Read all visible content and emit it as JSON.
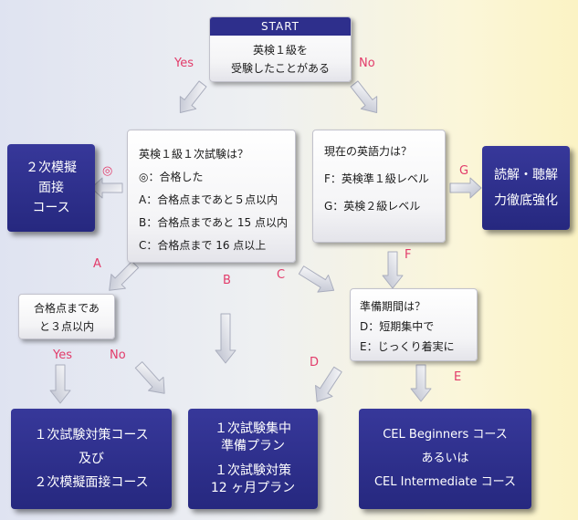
{
  "colors": {
    "accent_label": "#e23b6a",
    "dark_box": "#2b2c88",
    "arrow": "#c9ccd8"
  },
  "start": {
    "title": "START",
    "lines": [
      "英検１級を",
      "受験したことがある"
    ]
  },
  "labels": {
    "yes_top": "Yes",
    "no_top": "No",
    "double_circle": "◎",
    "g": "G",
    "f": "F",
    "a": "A",
    "b": "B",
    "c": "C",
    "d": "D",
    "e": "E",
    "yes_left": "Yes",
    "no_left": "No"
  },
  "q_exam": {
    "lines": [
      "英検１級１次試験は？",
      "◎：合格した",
      "A：合格点まであと５点以内",
      "B：合格点まであと 15 点以内",
      "C：合格点まで 16 点以上"
    ]
  },
  "q_level": {
    "lines": [
      "現在の英語力は？",
      "F：英検準１級レベル",
      "G：英検２級レベル"
    ]
  },
  "q_within3": {
    "lines": [
      "合格点まであ",
      "と３点以内"
    ]
  },
  "q_period": {
    "lines": [
      "準備期間は？",
      "D：短期集中で",
      "E：じっくり着実に"
    ]
  },
  "course_interview": {
    "lines": [
      "２次模擬",
      "面接",
      "コース"
    ]
  },
  "course_reading": {
    "lines": [
      "読解・聴解",
      "力徹底強化"
    ]
  },
  "course_first_and_second": {
    "lines": [
      "１次試験対策コース",
      "及び",
      "２次模擬面接コース"
    ]
  },
  "course_first_plans": {
    "lines": [
      "１次試験集中",
      "準備プラン",
      "１次試験対策",
      "12 ヶ月プラン"
    ]
  },
  "course_cel": {
    "lines": [
      "CEL Beginners コース",
      "あるいは",
      "CEL Intermediate コース"
    ]
  }
}
